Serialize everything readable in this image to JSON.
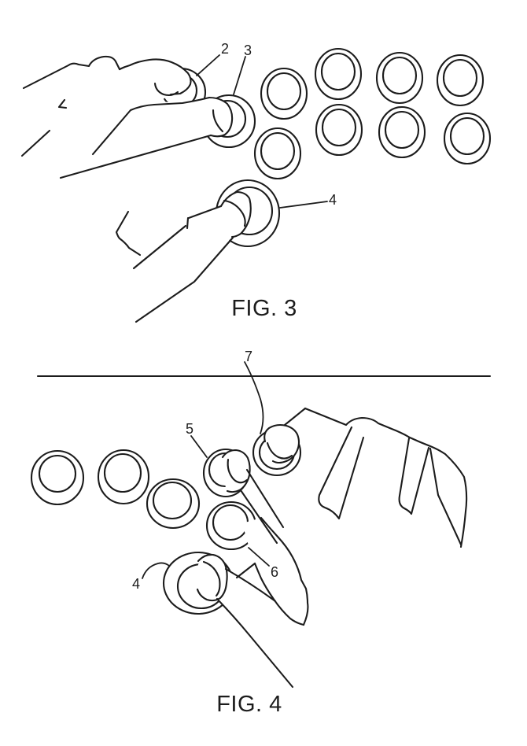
{
  "figure3": {
    "caption": "FIG. 3",
    "labels": {
      "ref2": "2",
      "ref3": "3",
      "ref4": "4"
    }
  },
  "figure4": {
    "caption": "FIG. 4",
    "labels": {
      "ref7": "7",
      "ref5": "5",
      "ref6": "6",
      "ref4": "4"
    }
  },
  "colors": {
    "ink": "#1c1c1c",
    "background": "#ffffff"
  }
}
